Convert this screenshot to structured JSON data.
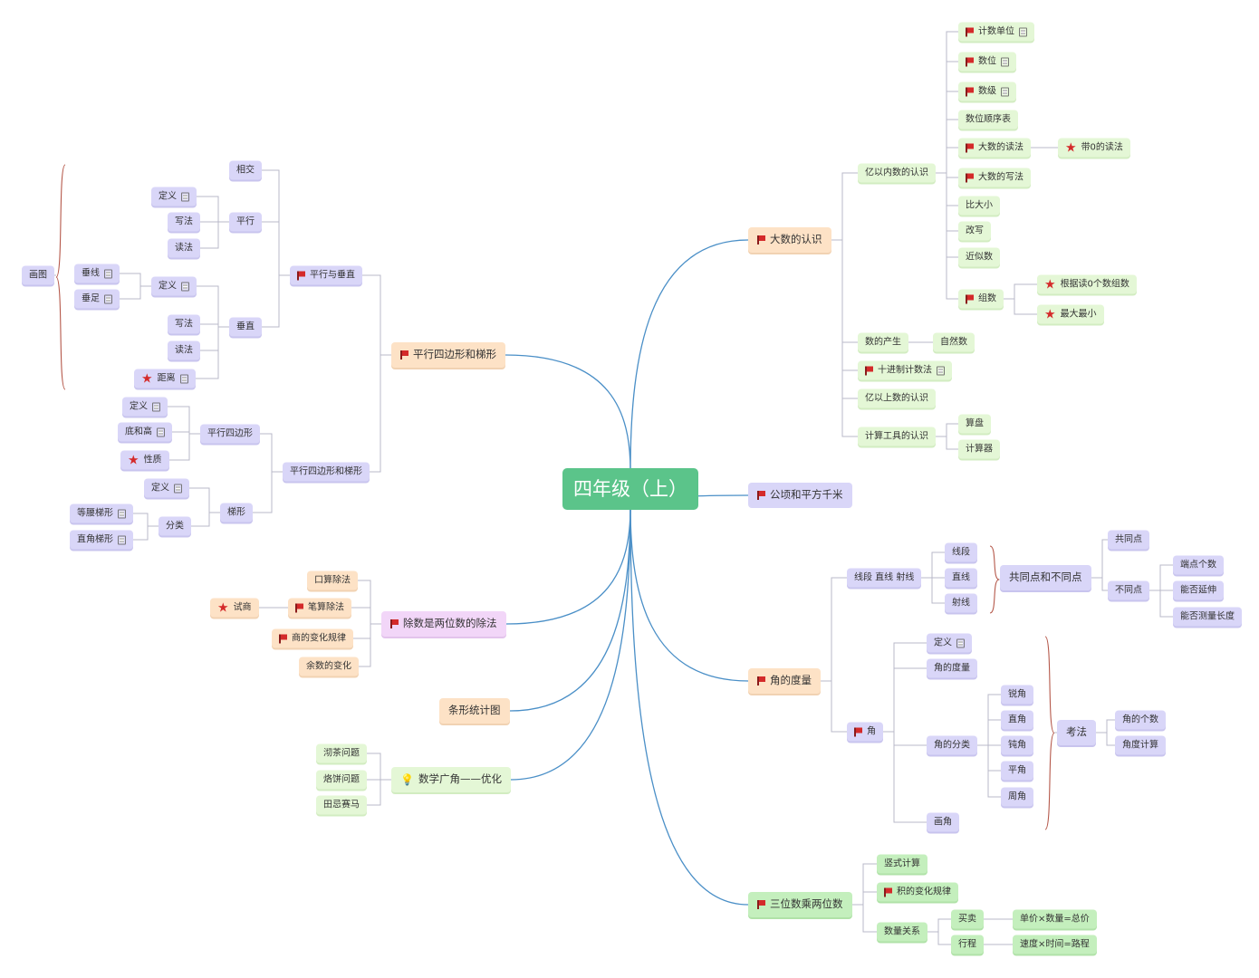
{
  "root": "四年级（上）",
  "nodes": [
    {
      "id": "big",
      "label": "大数的认识",
      "icon": "flag",
      "color": "peach",
      "size": "mid"
    },
    {
      "id": "yinei",
      "label": "亿以内数的认识",
      "color": "green"
    },
    {
      "id": "jsdw",
      "label": "计数单位",
      "icon": "flag",
      "note": true,
      "color": "green"
    },
    {
      "id": "sw",
      "label": "数位",
      "icon": "flag",
      "note": true,
      "color": "green"
    },
    {
      "id": "sj",
      "label": "数级",
      "icon": "flag",
      "note": true,
      "color": "green"
    },
    {
      "id": "swsxb",
      "label": "数位顺序表",
      "color": "green"
    },
    {
      "id": "dsdf",
      "label": "大数的读法",
      "icon": "flag",
      "color": "green"
    },
    {
      "id": "d0",
      "label": "带0的读法",
      "icon": "star",
      "color": "green"
    },
    {
      "id": "dsxf",
      "label": "大数的写法",
      "icon": "flag",
      "color": "green"
    },
    {
      "id": "bdx",
      "label": "比大小",
      "color": "green"
    },
    {
      "id": "gx",
      "label": "改写",
      "color": "green"
    },
    {
      "id": "jss",
      "label": "近似数",
      "color": "green"
    },
    {
      "id": "zs",
      "label": "组数",
      "icon": "flag",
      "color": "green"
    },
    {
      "id": "gjd",
      "label": "根据读0个数组数",
      "icon": "star",
      "color": "green"
    },
    {
      "id": "zdzx",
      "label": "最大最小",
      "icon": "star",
      "color": "green"
    },
    {
      "id": "scs",
      "label": "数的产生",
      "color": "green"
    },
    {
      "id": "zrs",
      "label": "自然数",
      "color": "green"
    },
    {
      "id": "sjz",
      "label": "十进制计数法",
      "icon": "flag",
      "note": true,
      "color": "green"
    },
    {
      "id": "yiys",
      "label": "亿以上数的认识",
      "color": "green"
    },
    {
      "id": "jsgj",
      "label": "计算工具的认识",
      "color": "green"
    },
    {
      "id": "sp",
      "label": "算盘",
      "color": "green"
    },
    {
      "id": "jsq",
      "label": "计算器",
      "color": "green"
    },
    {
      "id": "gq",
      "label": "公顷和平方千米",
      "icon": "flag",
      "color": "lpurp",
      "size": "mid"
    },
    {
      "id": "jdl",
      "label": "角的度量",
      "icon": "flag",
      "color": "peach",
      "size": "mid"
    },
    {
      "id": "xzs",
      "label": "线段 直线 射线",
      "color": "purple"
    },
    {
      "id": "xd",
      "label": "线段",
      "color": "purple"
    },
    {
      "id": "zx",
      "label": "直线",
      "color": "purple"
    },
    {
      "id": "sx",
      "label": "射线",
      "color": "purple"
    },
    {
      "id": "gtd",
      "label": "共同点和不同点",
      "color": "purple",
      "size": "mid"
    },
    {
      "id": "gtd2",
      "label": "共同点",
      "color": "purple"
    },
    {
      "id": "btd",
      "label": "不同点",
      "color": "purple"
    },
    {
      "id": "ddgs",
      "label": "端点个数",
      "color": "purple"
    },
    {
      "id": "nfyc",
      "label": "能否延伸",
      "color": "purple"
    },
    {
      "id": "nfcl",
      "label": "能否测量长度",
      "color": "purple"
    },
    {
      "id": "jiao",
      "label": "角",
      "icon": "flag",
      "color": "purple"
    },
    {
      "id": "jdy",
      "label": "定义",
      "note": true,
      "color": "purple"
    },
    {
      "id": "jddl",
      "label": "角的度量",
      "color": "purple"
    },
    {
      "id": "jdfl",
      "label": "角的分类",
      "color": "purple"
    },
    {
      "id": "rj",
      "label": "锐角",
      "color": "purple"
    },
    {
      "id": "zj",
      "label": "直角",
      "color": "purple"
    },
    {
      "id": "dj",
      "label": "钝角",
      "color": "purple"
    },
    {
      "id": "pj",
      "label": "平角",
      "color": "purple"
    },
    {
      "id": "zhj",
      "label": "周角",
      "color": "purple"
    },
    {
      "id": "hj",
      "label": "画角",
      "color": "purple"
    },
    {
      "id": "kf",
      "label": "考法",
      "color": "purple",
      "size": "mid"
    },
    {
      "id": "jdgs",
      "label": "角的个数",
      "color": "purple"
    },
    {
      "id": "jdjs",
      "label": "角度计算",
      "color": "purple"
    },
    {
      "id": "sc",
      "label": "三位数乘两位数",
      "icon": "flag",
      "color": "mgreen",
      "size": "mid"
    },
    {
      "id": "sjs",
      "label": "竖式计算",
      "color": "mgreen"
    },
    {
      "id": "jbh",
      "label": "积的变化规律",
      "icon": "flag",
      "color": "mgreen"
    },
    {
      "id": "slgx",
      "label": "数量关系",
      "color": "mgreen"
    },
    {
      "id": "mm",
      "label": "买卖",
      "color": "mgreen"
    },
    {
      "id": "xc",
      "label": "行程",
      "color": "mgreen"
    },
    {
      "id": "djsl",
      "label": "单价×数量=总价",
      "color": "mgreen"
    },
    {
      "id": "sdsj",
      "label": "速度×时间=路程",
      "color": "mgreen"
    },
    {
      "id": "pxsb",
      "label": "平行四边形和梯形",
      "icon": "flag",
      "color": "peach",
      "size": "mid"
    },
    {
      "id": "pxcz",
      "label": "平行与垂直",
      "icon": "flag",
      "color": "purple"
    },
    {
      "id": "xj",
      "label": "相交",
      "color": "purple"
    },
    {
      "id": "px",
      "label": "平行",
      "color": "purple"
    },
    {
      "id": "pdy",
      "label": "定义",
      "note": true,
      "color": "purple"
    },
    {
      "id": "pxf",
      "label": "写法",
      "color": "purple"
    },
    {
      "id": "pdf",
      "label": "读法",
      "color": "purple"
    },
    {
      "id": "cz",
      "label": "垂直",
      "color": "purple"
    },
    {
      "id": "cdy",
      "label": "定义",
      "note": true,
      "color": "purple"
    },
    {
      "id": "cxf",
      "label": "写法",
      "color": "purple"
    },
    {
      "id": "cdf",
      "label": "读法",
      "color": "purple"
    },
    {
      "id": "jl",
      "label": "距离",
      "icon": "star",
      "note": true,
      "color": "purple"
    },
    {
      "id": "cx",
      "label": "垂线",
      "note": true,
      "color": "purple"
    },
    {
      "id": "cz2",
      "label": "垂足",
      "note": true,
      "color": "purple"
    },
    {
      "id": "ht",
      "label": "画图",
      "color": "purple"
    },
    {
      "id": "pxsb2",
      "label": "平行四边形和梯形",
      "color": "purple"
    },
    {
      "id": "pxsbx",
      "label": "平行四边形",
      "color": "purple"
    },
    {
      "id": "p4dy",
      "label": "定义",
      "note": true,
      "color": "purple"
    },
    {
      "id": "dhg",
      "label": "底和高",
      "note": true,
      "color": "purple"
    },
    {
      "id": "xz",
      "label": "性质",
      "icon": "star",
      "color": "purple"
    },
    {
      "id": "tx",
      "label": "梯形",
      "color": "purple"
    },
    {
      "id": "tdy",
      "label": "定义",
      "note": true,
      "color": "purple"
    },
    {
      "id": "fl",
      "label": "分类",
      "color": "purple"
    },
    {
      "id": "dytx",
      "label": "等腰梯形",
      "note": true,
      "color": "purple"
    },
    {
      "id": "zjtx",
      "label": "直角梯形",
      "note": true,
      "color": "purple"
    },
    {
      "id": "cfs",
      "label": "除数是两位数的除法",
      "icon": "flag",
      "color": "pink",
      "size": "mid"
    },
    {
      "id": "kscf",
      "label": "口算除法",
      "color": "peach"
    },
    {
      "id": "bscf",
      "label": "笔算除法",
      "icon": "flag",
      "color": "peach"
    },
    {
      "id": "ss",
      "label": "试商",
      "icon": "star",
      "color": "peach"
    },
    {
      "id": "sbh",
      "label": "商的变化规律",
      "icon": "flag",
      "color": "peach"
    },
    {
      "id": "ysbh",
      "label": "余数的变化",
      "color": "peach"
    },
    {
      "id": "txtj",
      "label": "条形统计图",
      "color": "peach",
      "size": "mid"
    },
    {
      "id": "sxgj",
      "label": "数学广角——优化",
      "icon": "bulb",
      "color": "green",
      "size": "mid"
    },
    {
      "id": "pcwt",
      "label": "沏茶问题",
      "color": "green"
    },
    {
      "id": "lbwt",
      "label": "烙饼问题",
      "color": "green"
    },
    {
      "id": "tjsm",
      "label": "田忌赛马",
      "color": "green"
    }
  ]
}
